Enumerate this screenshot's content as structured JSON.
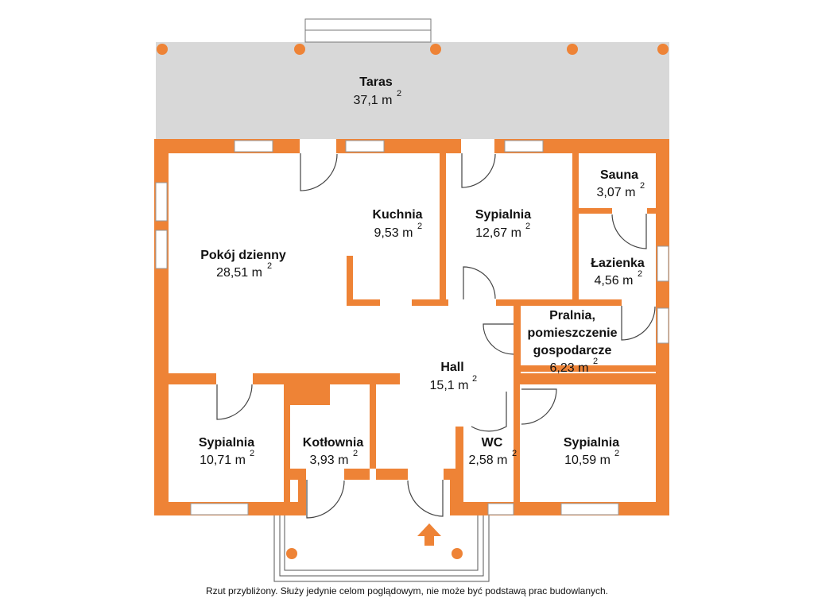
{
  "colors": {
    "wall": "#EE8336",
    "terrace": "#D8D8D8",
    "window": "#FFFFFF",
    "post": "#EE8336"
  },
  "rooms": {
    "taras": {
      "name": "Taras",
      "area": "37,1 m",
      "unit_sup": "2"
    },
    "pokoj_dzienny": {
      "name": "Pokój dzienny",
      "area": "28,51 m",
      "unit_sup": "2"
    },
    "kuchnia": {
      "name": "Kuchnia",
      "area": "9,53 m",
      "unit_sup": "2"
    },
    "sypialnia_1": {
      "name": "Sypialnia",
      "area": "12,67 m",
      "unit_sup": "2"
    },
    "sauna": {
      "name": "Sauna",
      "area": "3,07 m",
      "unit_sup": "2"
    },
    "lazienka": {
      "name": "Łazienka",
      "area": "4,56 m",
      "unit_sup": "2"
    },
    "pralnia": {
      "name_line1": "Pralnia,",
      "name_line2": "pomieszczenie",
      "name_line3": "gospodarcze",
      "area": "6,23 m",
      "unit_sup": "2"
    },
    "hall": {
      "name": "Hall",
      "area": "15,1 m",
      "unit_sup": "2"
    },
    "sypialnia_2": {
      "name": "Sypialnia",
      "area": "10,71 m",
      "unit_sup": "2"
    },
    "kotlownia": {
      "name": "Kotłownia",
      "area": "3,93 m",
      "unit_sup": "2"
    },
    "wc": {
      "name": "WC",
      "area": "2,58 m",
      "unit_sup": "2"
    },
    "sypialnia_3": {
      "name": "Sypialnia",
      "area": "10,59 m",
      "unit_sup": "2"
    }
  },
  "footnote": "Rzut przybliżony. Służy jedynie celom poglądowym, nie może być podstawą prac budowlanych."
}
